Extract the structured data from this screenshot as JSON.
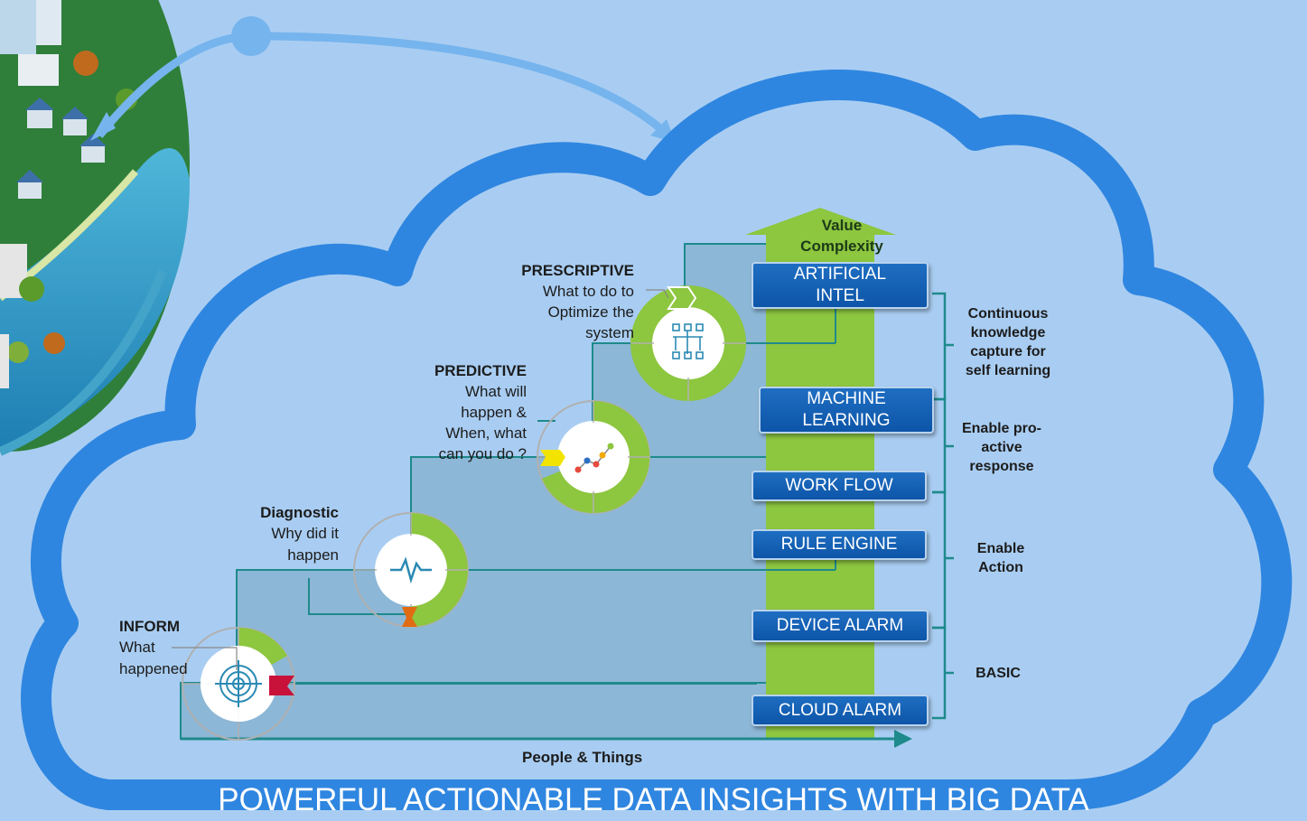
{
  "arrow_label": {
    "line1": "Value",
    "line2": "Complexity"
  },
  "x_axis_label": "People & Things",
  "footer": "POWERFUL ACTIONABLE DATA INSIGHTS WITH BIG DATA",
  "stages": {
    "inform": {
      "title": "INFORM",
      "line1": "What",
      "line2": "happened",
      "icon": "target-icon",
      "color": "#c8123a"
    },
    "diagnostic": {
      "title": "Diagnostic",
      "line1": "Why did it",
      "line2": "happen",
      "icon": "pulse-icon",
      "color": "#e06b12"
    },
    "predictive": {
      "title": "PREDICTIVE",
      "line1": "What will",
      "line2": "happen &",
      "line3": "When, what",
      "line4": "can you do ?",
      "icon": "trend-icon",
      "color": "#f2e400"
    },
    "prescriptive": {
      "title": "PRESCRIPTIVE",
      "line1": "What to do to",
      "line2": "Optimize the",
      "line3": "system",
      "icon": "hierarchy-icon",
      "color": "#8dc63f"
    }
  },
  "boxes": {
    "ai": {
      "line1": "ARTIFICIAL",
      "line2": "INTEL"
    },
    "ml": {
      "line1": "MACHINE",
      "line2": "LEARNING"
    },
    "workflow": "WORK FLOW",
    "rule_engine": "RULE ENGINE",
    "device_alarm": "DEVICE ALARM",
    "cloud_alarm": "CLOUD ALARM"
  },
  "brackets": {
    "continuous": {
      "line1": "Continuous",
      "line2": "knowledge",
      "line3": "capture for",
      "line4": "self learning"
    },
    "proactive": {
      "line1": "Enable pro-",
      "line2": "active",
      "line3": "response"
    },
    "action": {
      "line1": "Enable",
      "line2": "Action"
    },
    "basic": "BASIC"
  },
  "colors": {
    "background": "#a9cdf2",
    "cloud_outline": "#2f86e0",
    "green_arrow": "#8dc63f",
    "box_blue": "#1565bf",
    "step_fill": "#8cb7d6",
    "step_line": "#1e8a8c"
  }
}
